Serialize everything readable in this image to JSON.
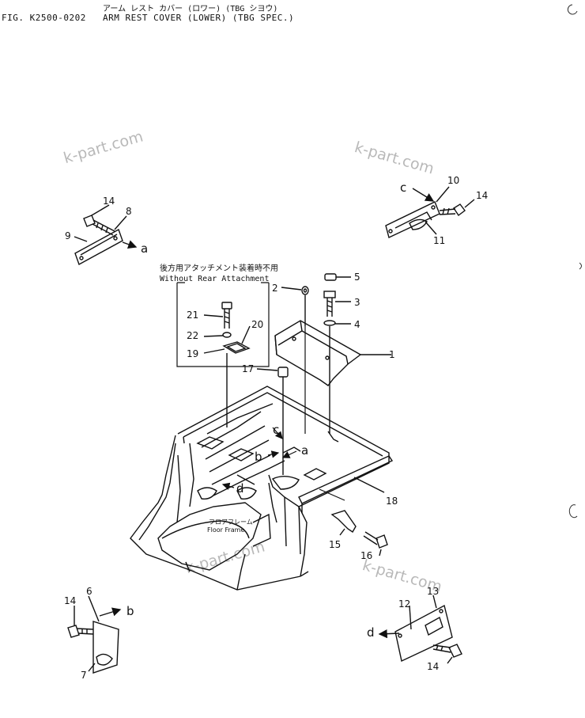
{
  "header": {
    "japanese_title": "アーム レスト カバー (ロワー) (TBG シヨウ)",
    "figure_number": "FIG. K2500-0202",
    "title": "ARM REST COVER (LOWER) (TBG SPEC.)"
  },
  "watermark": "k-part.com",
  "note": {
    "japanese": "後方用アタッチメント装着時不用",
    "english": "Without Rear Attachment"
  },
  "floor_frame": {
    "japanese": "フロアフレーム",
    "english": "Floor Frame"
  },
  "part_numbers": {
    "p1": "1",
    "p2": "2",
    "p3": "3",
    "p4": "4",
    "p5": "5",
    "p6": "6",
    "p7": "7",
    "p8": "8",
    "p9": "9",
    "p10": "10",
    "p11": "11",
    "p12": "12",
    "p13": "13",
    "p14": "14",
    "p15": "15",
    "p16": "16",
    "p17": "17",
    "p18": "18",
    "p19": "19",
    "p20": "20",
    "p21": "21",
    "p22": "22"
  },
  "view_letters": {
    "a": "a",
    "b": "b",
    "c": "c",
    "d": "d"
  }
}
